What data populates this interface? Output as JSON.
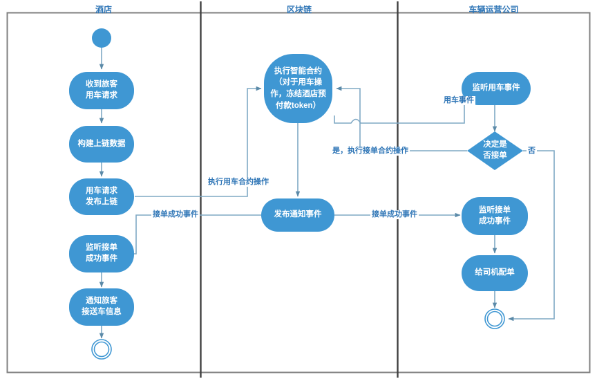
{
  "diagram": {
    "type": "swimlane-activity-flowchart",
    "colors": {
      "node_fill": "#3F97D3",
      "node_text": "#FFFFFF",
      "label_text": "#2E75B6",
      "connector": "#7FA8C4",
      "lane_divider": "#3F3F3F",
      "outer_border": "#808080",
      "background": "#FFFFFF"
    },
    "lanes": [
      {
        "id": "hotel",
        "title": "酒店"
      },
      {
        "id": "chain",
        "title": "区块链"
      },
      {
        "id": "operator",
        "title": "车辆运营公司"
      }
    ],
    "nodes": [
      {
        "id": "start",
        "lane": "hotel",
        "shape": "start-circle",
        "label": ""
      },
      {
        "id": "recv",
        "lane": "hotel",
        "shape": "rounded",
        "label": "收到旅客\n用车请求"
      },
      {
        "id": "build",
        "lane": "hotel",
        "shape": "rounded",
        "label": "构建上链数据"
      },
      {
        "id": "publish",
        "lane": "hotel",
        "shape": "rounded",
        "label": "用车请求\n发布上链"
      },
      {
        "id": "listen_ok_h",
        "lane": "hotel",
        "shape": "rounded",
        "label": "监听接单\n成功事件"
      },
      {
        "id": "notify",
        "lane": "hotel",
        "shape": "rounded",
        "label": "通知旅客\n接送车信息"
      },
      {
        "id": "end_hotel",
        "lane": "hotel",
        "shape": "end-circle",
        "label": ""
      },
      {
        "id": "contract",
        "lane": "chain",
        "shape": "rounded-large",
        "label": "执行智能合约\n（对于用车操\n作，冻结酒店预\n付款token）"
      },
      {
        "id": "notice_event",
        "lane": "chain",
        "shape": "rounded",
        "label": "发布通知事件"
      },
      {
        "id": "listen_use",
        "lane": "operator",
        "shape": "rounded",
        "label": "监听用车事件"
      },
      {
        "id": "decide",
        "lane": "operator",
        "shape": "diamond",
        "label": "决定是\n否接单"
      },
      {
        "id": "listen_ok_o",
        "lane": "operator",
        "shape": "rounded",
        "label": "监听接单\n成功事件"
      },
      {
        "id": "assign",
        "lane": "operator",
        "shape": "rounded",
        "label": "给司机配单"
      },
      {
        "id": "end_op",
        "lane": "operator",
        "shape": "end-circle",
        "label": ""
      }
    ],
    "edges": [
      {
        "from": "start",
        "to": "recv",
        "label": ""
      },
      {
        "from": "recv",
        "to": "build",
        "label": ""
      },
      {
        "from": "build",
        "to": "publish",
        "label": ""
      },
      {
        "from": "publish",
        "to": "contract",
        "label": "执行用车合约操作"
      },
      {
        "from": "contract",
        "to": "notice_event",
        "label": ""
      },
      {
        "from": "notice_event",
        "to": "listen_use",
        "label": "用车事件"
      },
      {
        "from": "listen_use",
        "to": "decide",
        "label": ""
      },
      {
        "from": "decide",
        "to": "contract",
        "label": "是，执行接单合约操作"
      },
      {
        "from": "decide",
        "to": "end_op",
        "label": "否"
      },
      {
        "from": "notice_event",
        "to": "listen_ok_h",
        "label": "接单成功事件"
      },
      {
        "from": "notice_event",
        "to": "listen_ok_o",
        "label": "接单成功事件"
      },
      {
        "from": "listen_ok_h",
        "to": "notify",
        "label": ""
      },
      {
        "from": "notify",
        "to": "end_hotel",
        "label": ""
      },
      {
        "from": "listen_ok_o",
        "to": "assign",
        "label": ""
      },
      {
        "from": "assign",
        "to": "end_op",
        "label": ""
      }
    ],
    "edge_labels": {
      "exec_use_contract": "执行用车合约操作",
      "use_event": "用车事件",
      "yes_exec_accept": "是，执行接单合约操作",
      "no": "否",
      "accept_success_left": "接单成功事件",
      "accept_success_right": "接单成功事件"
    }
  }
}
